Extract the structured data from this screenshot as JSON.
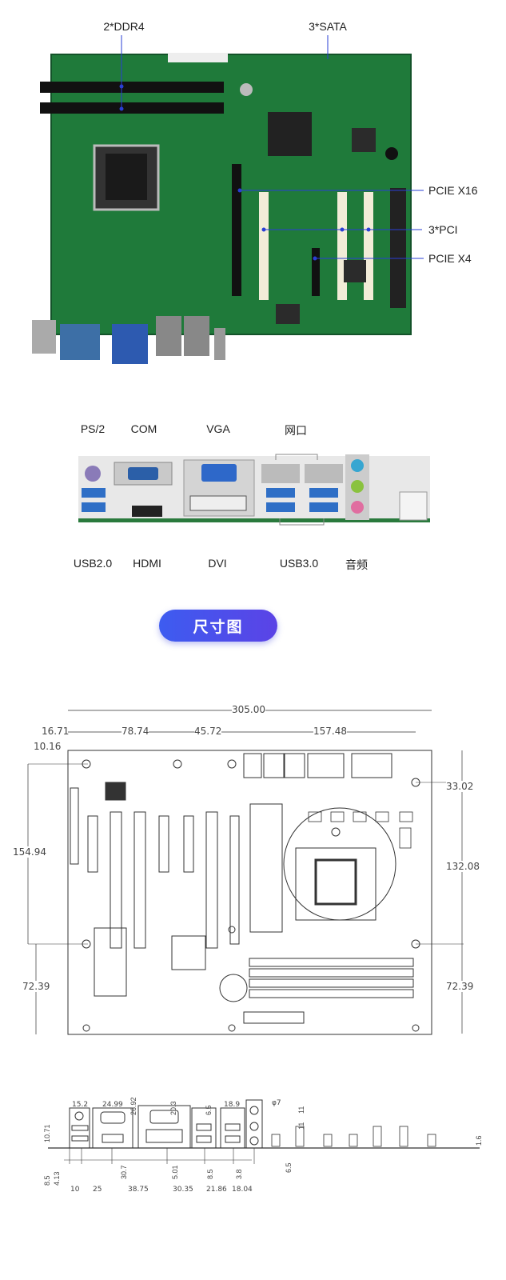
{
  "board_photo": {
    "labels": {
      "ddr4": "2*DDR4",
      "sata": "3*SATA",
      "pcie_x16": "PCIE X16",
      "pci": "3*PCI",
      "pcie_x4": "PCIE X4"
    }
  },
  "io_panel": {
    "top_labels": [
      "PS/2",
      "COM",
      "VGA",
      "网口"
    ],
    "bottom_labels": [
      "USB2.0",
      "HDMI",
      "DVI",
      "USB3.0",
      "音频"
    ]
  },
  "section_button": {
    "label": "尺寸图"
  },
  "dimension_drawing": {
    "top_dims": [
      "305.00",
      "16.71",
      "78.74",
      "45.72",
      "157.48",
      "10.16"
    ],
    "left_dims": [
      "154.94",
      "72.39"
    ],
    "right_dims": [
      "33.02",
      "132.08",
      "72.39"
    ]
  },
  "rear_io_drawing": {
    "top_dims": [
      "15.2",
      "24.99",
      "26.92",
      "20.3",
      "6.5",
      "18.9",
      "φ7"
    ],
    "side_dims": [
      "10.71",
      "8.5",
      "4.13",
      "11",
      "11",
      "1.6",
      "6.5"
    ],
    "bottom_vertical_dims": [
      "30.7",
      "5.01",
      "8.5",
      "3.8"
    ],
    "bottom_dims": [
      "10",
      "25",
      "38.75",
      "30.35",
      "21.86",
      "18.04"
    ]
  },
  "colors": {
    "board_green": "#1f7a3a",
    "accent_blue": "#3d5cf0",
    "callout_line": "#2a3fd6"
  }
}
